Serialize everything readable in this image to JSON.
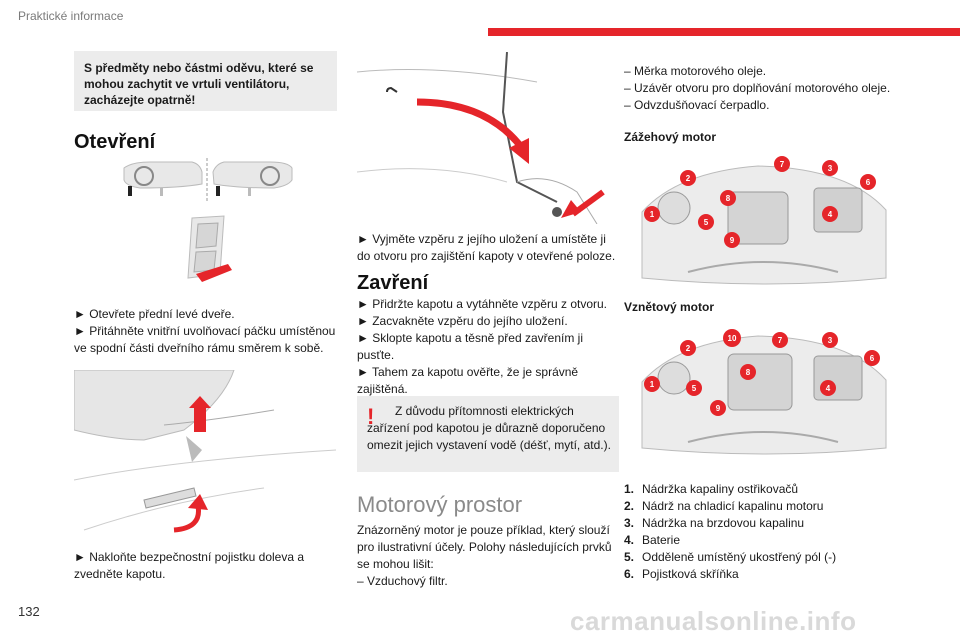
{
  "header": {
    "section": "Praktické informace",
    "page_number": "132"
  },
  "watermark": "carmanualsonline.info",
  "left": {
    "warning": "S předměty nebo částmi oděvu, které se mohou zachytit ve vrtuli ventilátoru, zacházejte opatrně!",
    "heading_open": "Otevření",
    "step1_a": "► Otevřete přední levé dveře.",
    "step1_b": "► Přitáhněte vnitřní uvolňovací páčku umístěnou ve spodní části dveřního rámu směrem k sobě.",
    "step2": "► Nakloňte bezpečnostní pojistku doleva a zvedněte kapotu."
  },
  "middle": {
    "strut_text": "► Vyjměte vzpěru z jejího uložení a umístěte ji do otvoru pro zajištění kapoty v otevřené poloze.",
    "heading_close": "Zavření",
    "close_steps": [
      "► Přidržte kapotu a vytáhněte vzpěru z otvoru.",
      "► Zacvakněte vzpěru do jejího uložení.",
      "► Sklopte kapotu a těsně před zavřením ji pusťte.",
      "► Tahem za kapotu ověřte, že je správně zajištěná."
    ],
    "note_mark": "!",
    "note": "Z důvodu přítomnosti elektrických zařízení pod kapotou je důrazně doporučeno omezit jejich vystavení vodě (déšť, mytí, atd.).",
    "heading_engine": "Motorový prostor",
    "engine_intro": "Znázorněný motor je pouze příklad, který slouží pro ilustrativní účely. Polohy následujících prvků se mohou lišit:",
    "engine_list0": "– Vzduchový filtr."
  },
  "right": {
    "dash_items": [
      "– Měrka motorového oleje.",
      "– Uzávěr otvoru pro doplňování motorového oleje.",
      "– Odvzdušňovací čerpadlo."
    ],
    "petrol_title": "Zážehový motor",
    "diesel_title": "Vznětový motor",
    "petrol_badges": [
      "1",
      "2",
      "5",
      "8",
      "9",
      "7",
      "3",
      "4",
      "6"
    ],
    "diesel_badges": [
      "1",
      "2",
      "5",
      "9",
      "8",
      "10",
      "7",
      "3",
      "4",
      "6"
    ],
    "legend": [
      {
        "n": "1.",
        "t": "Nádržka kapaliny ostřikovačů"
      },
      {
        "n": "2.",
        "t": "Nádrž na chladicí kapalinu motoru"
      },
      {
        "n": "3.",
        "t": "Nádržka na brzdovou kapalinu"
      },
      {
        "n": "4.",
        "t": "Baterie"
      },
      {
        "n": "5.",
        "t": "Odděleně umístěný ukostřený pól (-)"
      },
      {
        "n": "6.",
        "t": "Pojistková skříňka"
      }
    ]
  },
  "colors": {
    "accent": "#e5252a",
    "box": "#ececec"
  }
}
